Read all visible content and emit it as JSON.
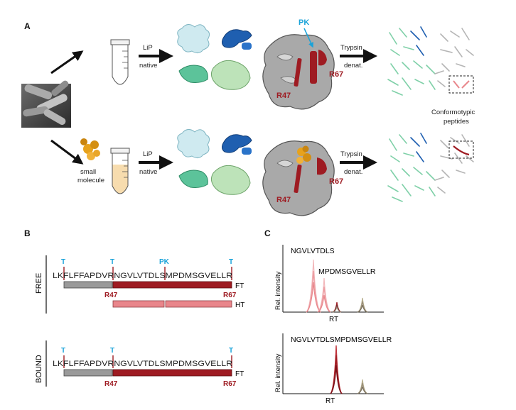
{
  "panels": {
    "a": "A",
    "b": "B",
    "c": "C"
  },
  "panel_a": {
    "lip": "LiP",
    "native": "native",
    "trypsin": "Trypsin",
    "denat": "denat.",
    "pk": "PK",
    "r47": "R47",
    "r67": "R67",
    "small": "small",
    "molecule": "molecule",
    "conformotypic_1": "Conformotypic",
    "conformotypic_2": "peptides"
  },
  "panel_b": {
    "free_label": "FREE",
    "bound_label": "BOUND",
    "t": "T",
    "pk": "PK",
    "free_seq": [
      "LK",
      "FLFFAPDVR",
      "NGVLVTDLS",
      "MPDMSGVELLR"
    ],
    "bound_seq": [
      "LK",
      "FLFFAPDVR",
      "NGVLVTDLSMPDMSGVELLR"
    ],
    "r47": "R47",
    "r67": "R67",
    "ft": "FT",
    "ht": "HT"
  },
  "panel_c": {
    "ylabel": "Rel. intensity",
    "xlabel": "RT",
    "top_peptide1": "NGVLVTDLS",
    "top_peptide2": "MPDMSGVELLR",
    "bottom_peptide": "NGVLVTDLSMPDMSGVELLR"
  },
  "colors": {
    "dark_red": "#9e1b22",
    "pink": "#e9868b",
    "cyan": "#1aa3d9",
    "gray": "#9a9a9a",
    "green": "#5cc39a",
    "blue": "#1f5fb0",
    "orange": "#e7a21c"
  }
}
